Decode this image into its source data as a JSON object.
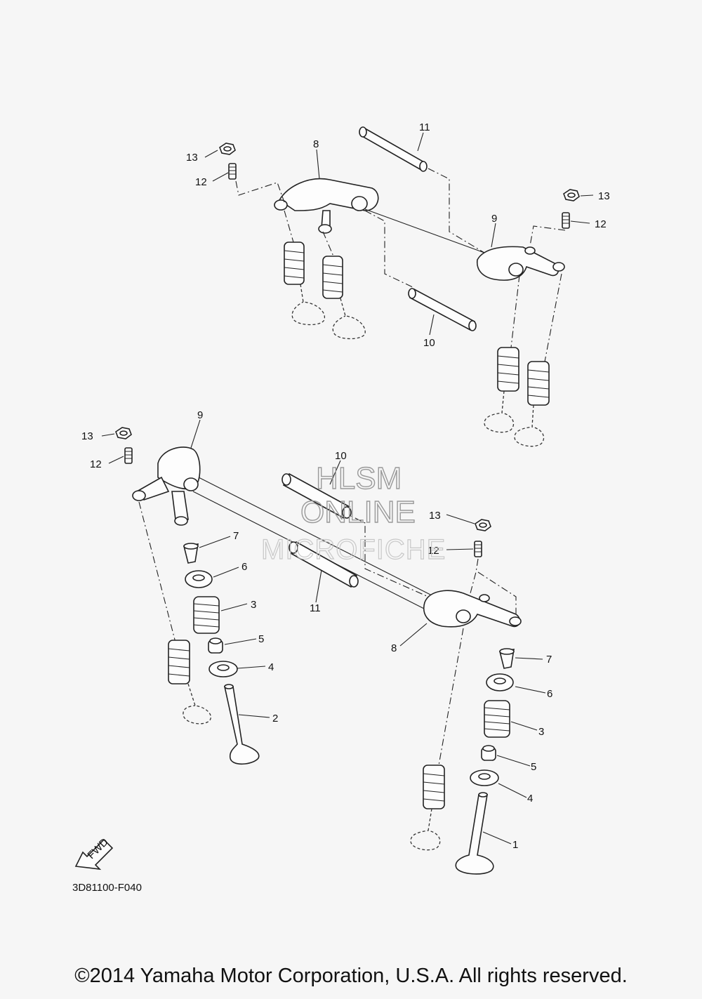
{
  "diagram": {
    "code": "3D81100-F040",
    "fwd_label": "FWD",
    "copyright": "©2014 Yamaha Motor Corporation, U.S.A. All rights reserved.",
    "watermark": [
      "HLSM",
      "ONLINE",
      "MICROFICHE"
    ],
    "callouts": {
      "top_left": [
        "13",
        "12",
        "8",
        "11"
      ],
      "top_right": [
        "13",
        "12",
        "9",
        "10"
      ],
      "bottom_left": [
        "13",
        "12",
        "9",
        "10",
        "7",
        "6",
        "3",
        "5",
        "4",
        "2",
        "11"
      ],
      "bottom_right": [
        "13",
        "12",
        "8",
        "7",
        "6",
        "3",
        "5",
        "4",
        "1"
      ]
    }
  }
}
